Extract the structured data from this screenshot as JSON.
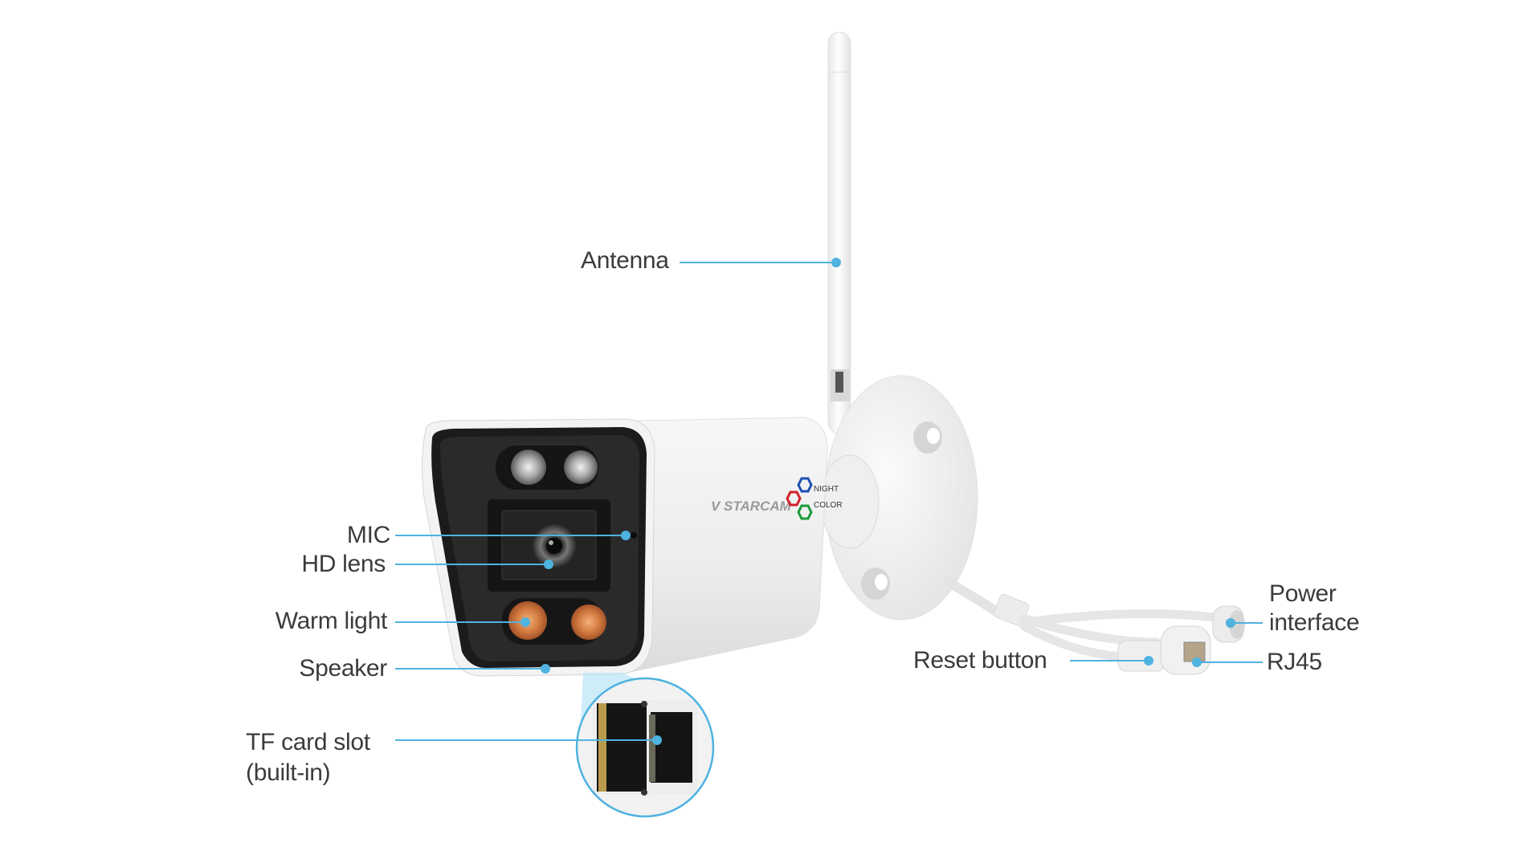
{
  "figure": {
    "title": "Outdoor Wi-Fi bullet camera component diagram",
    "brand_logo_text": "STARCAM",
    "feature_badge": {
      "line1": "NIGHT",
      "line2": "COLOR",
      "hex_colors": [
        "#1f4fb3",
        "#d21f2a",
        "#1f9a3a"
      ]
    },
    "accent_color": "#4fb3e0",
    "label_color": "#3b3b3b"
  },
  "callouts": {
    "antenna": {
      "label": "Antenna"
    },
    "mic": {
      "label": "MIC"
    },
    "hd_lens": {
      "label": "HD lens"
    },
    "warm_light": {
      "label": "Warm light"
    },
    "speaker": {
      "label": "Speaker"
    },
    "tf_card": {
      "label": "TF card slot\n(built-in)"
    },
    "reset_button": {
      "label": "Reset button"
    },
    "power_interface": {
      "label": "Power\ninterface"
    },
    "rj45": {
      "label": "RJ45"
    }
  }
}
